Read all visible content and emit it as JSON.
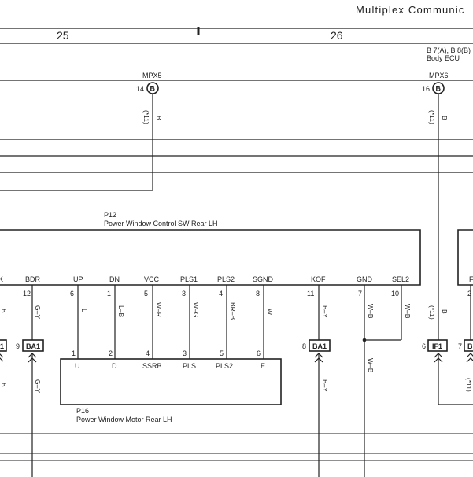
{
  "header": {
    "title": "Multiplex Communic",
    "columns": [
      "25",
      "26"
    ]
  },
  "top_component": {
    "line1": "B 7(A), B 8(B)",
    "line2": "Body ECU",
    "terminals": [
      {
        "name": "MPX5",
        "pin": "14",
        "conn": "B",
        "note": "(*11)",
        "color": "B"
      },
      {
        "name": "MPX6",
        "pin": "16",
        "conn": "B",
        "note": "(*11)",
        "color": "B"
      }
    ]
  },
  "switch": {
    "id": "P12",
    "name": "Power Window Control SW Rear LH",
    "terminals": [
      {
        "label": "K",
        "pin": "",
        "color": "B"
      },
      {
        "label": "BDR",
        "pin": "12",
        "color": "G–Y"
      },
      {
        "label": "UP",
        "pin": "6",
        "color": "L"
      },
      {
        "label": "DN",
        "pin": "1",
        "color": "L–B"
      },
      {
        "label": "VCC",
        "pin": "5",
        "color": "W–R"
      },
      {
        "label": "PLS1",
        "pin": "3",
        "color": "W–G"
      },
      {
        "label": "PLS2",
        "pin": "4",
        "color": "BR–B"
      },
      {
        "label": "SGND",
        "pin": "8",
        "color": "W"
      },
      {
        "label": "KOF",
        "pin": "11",
        "color": "B–Y"
      },
      {
        "label": "GND",
        "pin": "7",
        "color": "W–B"
      },
      {
        "label": "SEL2",
        "pin": "10",
        "color": "W–B"
      },
      {
        "label": "F",
        "pin": "2",
        "color": ""
      }
    ]
  },
  "motor": {
    "id": "P16",
    "name": "Power Window Motor Rear LH",
    "terminals": [
      {
        "label": "U",
        "pin": "1"
      },
      {
        "label": "D",
        "pin": "2"
      },
      {
        "label": "SSRB",
        "pin": "4"
      },
      {
        "label": "PLS",
        "pin": "3"
      },
      {
        "label": "PLS2",
        "pin": "5"
      },
      {
        "label": "E",
        "pin": "6"
      }
    ]
  },
  "connectors": [
    {
      "id": "BA1",
      "pin": "9",
      "color_below": "G–Y"
    },
    {
      "id": "BA1",
      "pin": "8",
      "color_below": "B–Y"
    },
    {
      "id": "IF1",
      "pin": "6",
      "note": "(*11)",
      "color_above": "B",
      "note_below": "(*11)"
    },
    {
      "id": "B",
      "pin": "7"
    },
    {
      "id": "1",
      "pin": ""
    }
  ],
  "misc": {
    "left_color_1": "B",
    "left_color_2": "B",
    "gnd_wire_color": "W–B"
  }
}
